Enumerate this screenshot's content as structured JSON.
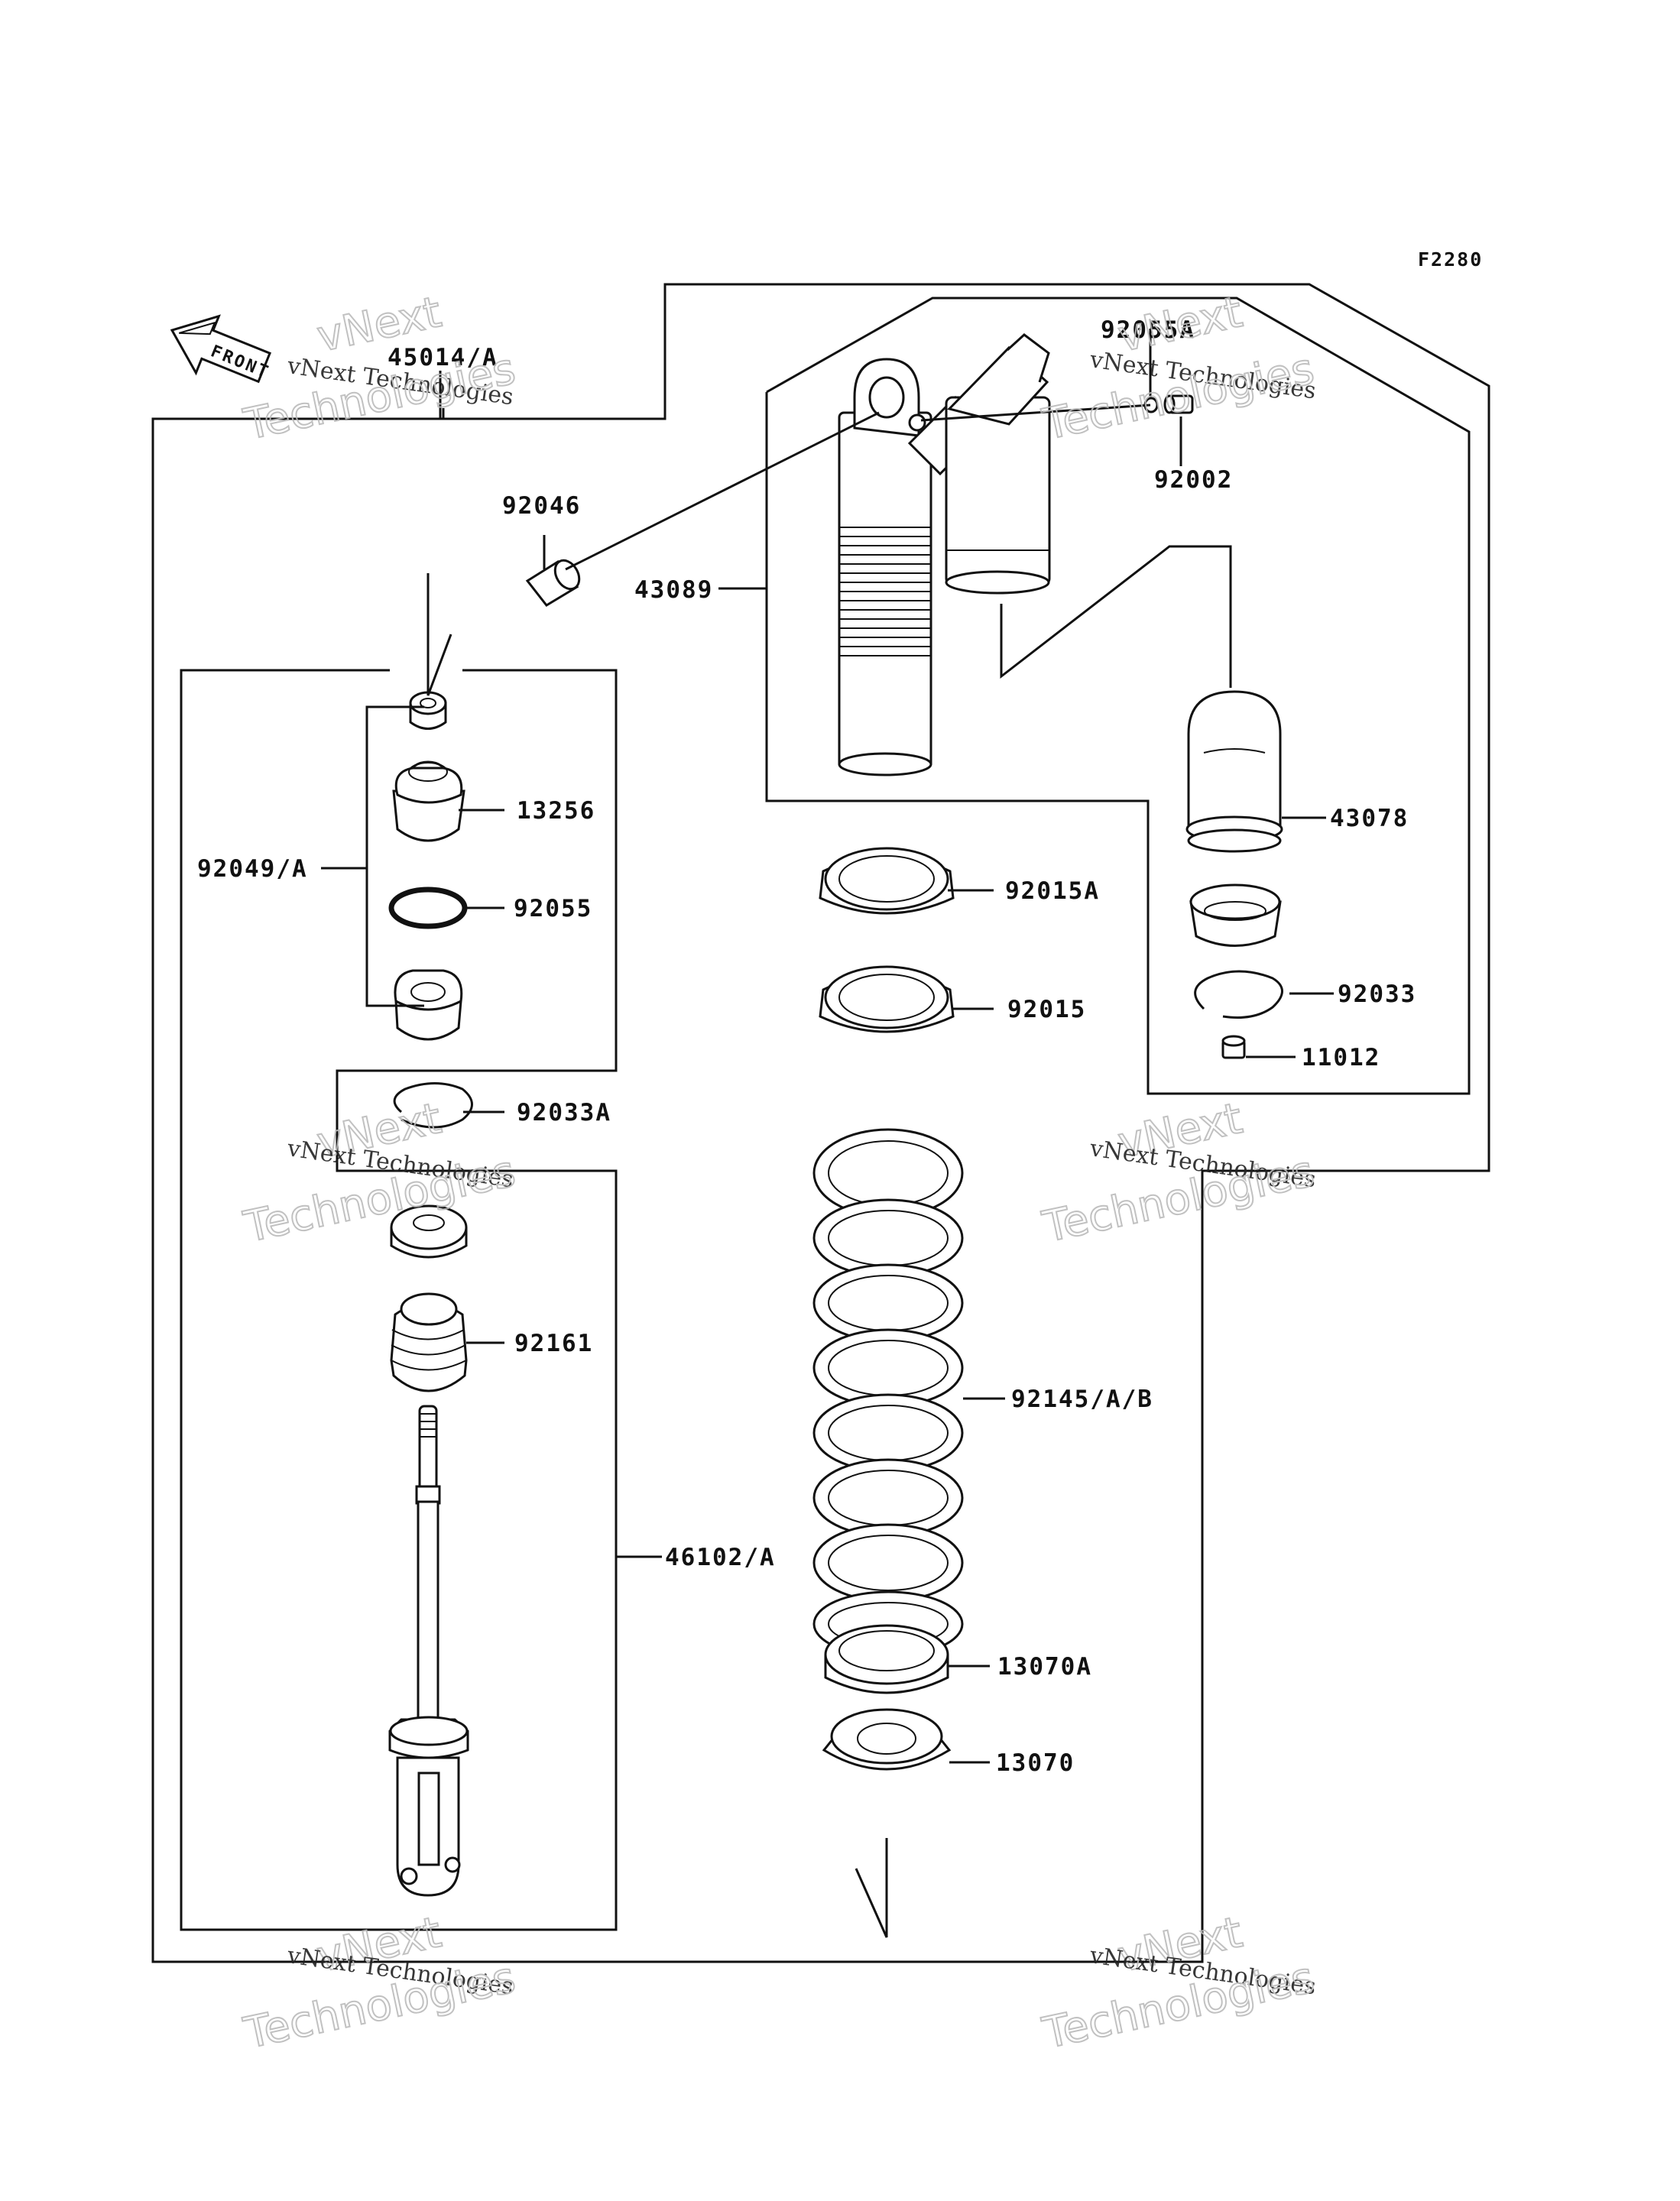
{
  "diagram": {
    "figure_code": "F2280",
    "direction_label": "FRONT",
    "watermark": {
      "line1": "vNext",
      "line2": "vNext Technologies",
      "line3": "Technologies"
    },
    "labels": {
      "p45014": "45014/A",
      "p92055A": "92055A",
      "p92046": "92046",
      "p92002": "92002",
      "p43089": "43089",
      "p13256": "13256",
      "p92049": "92049/A",
      "p92055": "92055",
      "p43078": "43078",
      "p92015A": "92015A",
      "p92015": "92015",
      "p92033": "92033",
      "p11012": "11012",
      "p92033A": "92033A",
      "p92161": "92161",
      "p92145": "92145/A/B",
      "p46102": "46102/A",
      "p13070A": "13070A",
      "p13070": "13070"
    }
  }
}
